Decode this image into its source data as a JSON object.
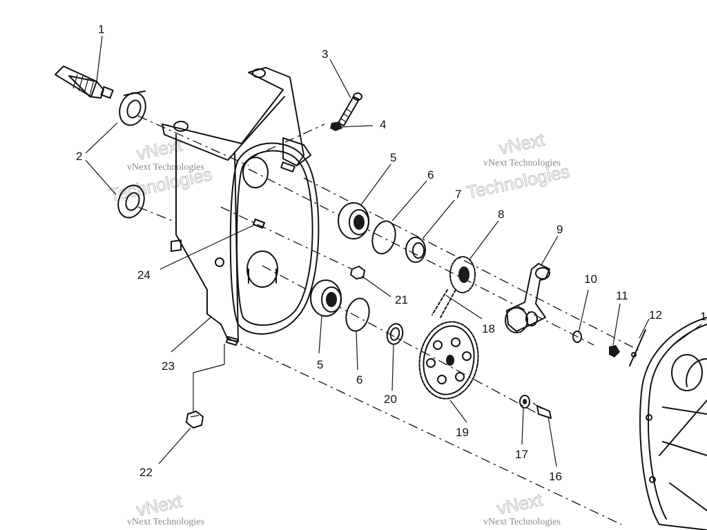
{
  "callouts": [
    {
      "id": "c1",
      "text": "1"
    },
    {
      "id": "c2",
      "text": "2"
    },
    {
      "id": "c3",
      "text": "3"
    },
    {
      "id": "c4",
      "text": "4"
    },
    {
      "id": "c5a",
      "text": "5"
    },
    {
      "id": "c5b",
      "text": "5"
    },
    {
      "id": "c6a",
      "text": "6"
    },
    {
      "id": "c6b",
      "text": "6"
    },
    {
      "id": "c7",
      "text": "7"
    },
    {
      "id": "c8",
      "text": "8"
    },
    {
      "id": "c9",
      "text": "9"
    },
    {
      "id": "c10",
      "text": "10"
    },
    {
      "id": "c11",
      "text": "11"
    },
    {
      "id": "c12",
      "text": "12"
    },
    {
      "id": "c1x",
      "text": "1"
    },
    {
      "id": "c16",
      "text": "16"
    },
    {
      "id": "c17",
      "text": "17"
    },
    {
      "id": "c18",
      "text": "18"
    },
    {
      "id": "c19",
      "text": "19"
    },
    {
      "id": "c20",
      "text": "20"
    },
    {
      "id": "c21",
      "text": "21"
    },
    {
      "id": "c22",
      "text": "22"
    },
    {
      "id": "c23",
      "text": "23"
    },
    {
      "id": "c24",
      "text": "24"
    }
  ],
  "watermark": {
    "line1": "vNext",
    "line2": "vNext Technologies",
    "line3": "Technologies"
  }
}
